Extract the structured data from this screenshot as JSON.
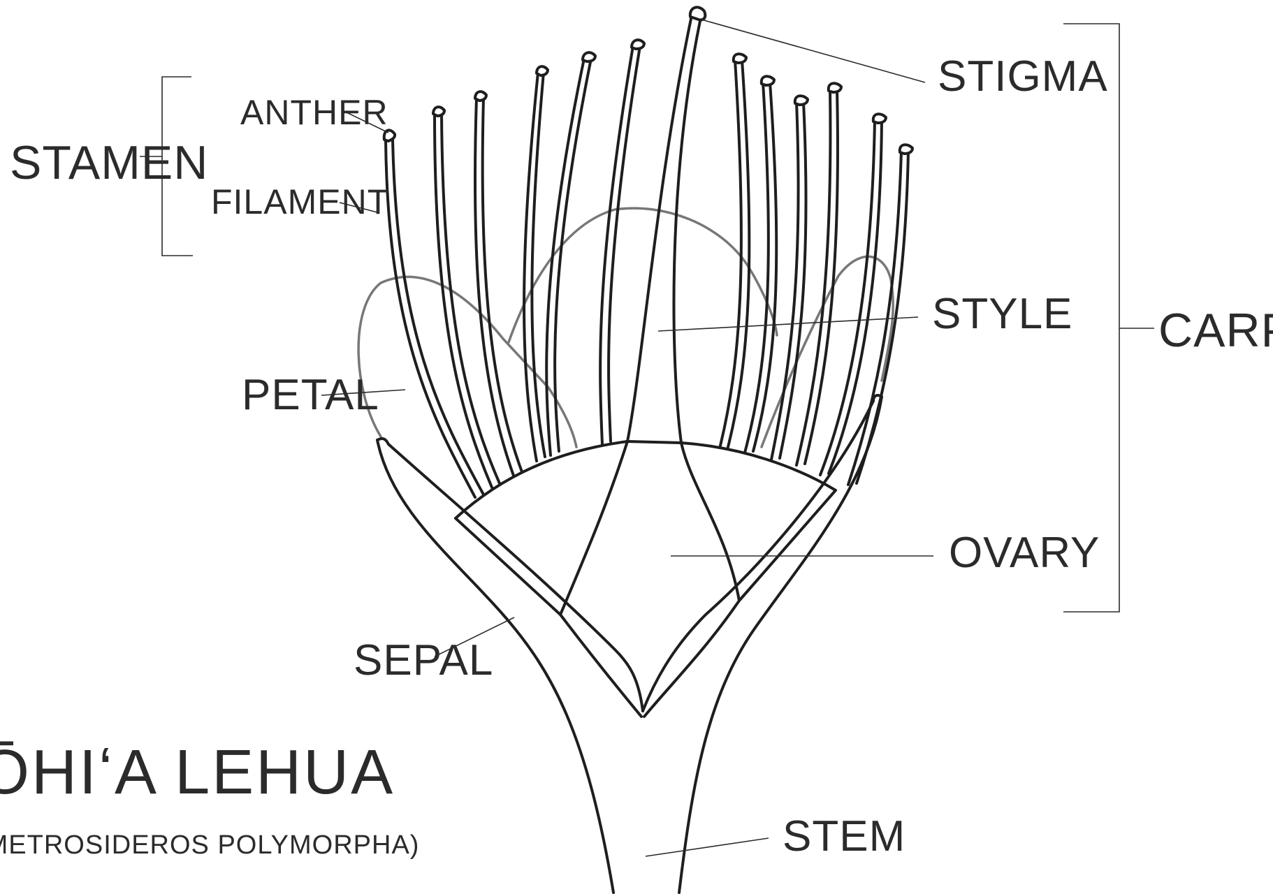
{
  "diagram": {
    "title": "ŌHIʻA LEHUA",
    "subtitle": "(METROSIDEROS POLYMORPHA)",
    "labels": {
      "stamen": "STAMEN",
      "anther": "ANTHER",
      "filament": "FILAMENT",
      "petal": "PETAL",
      "sepal": "SEPAL",
      "stigma": "STIGMA",
      "style": "STYLE",
      "ovary": "OVARY",
      "stem": "STEM",
      "carpel": "CARPEL"
    },
    "colors": {
      "ink": "#1e1e1e",
      "petal_outline": "#777777",
      "text": "#2b2b2b",
      "background": "#ffffff"
    }
  }
}
